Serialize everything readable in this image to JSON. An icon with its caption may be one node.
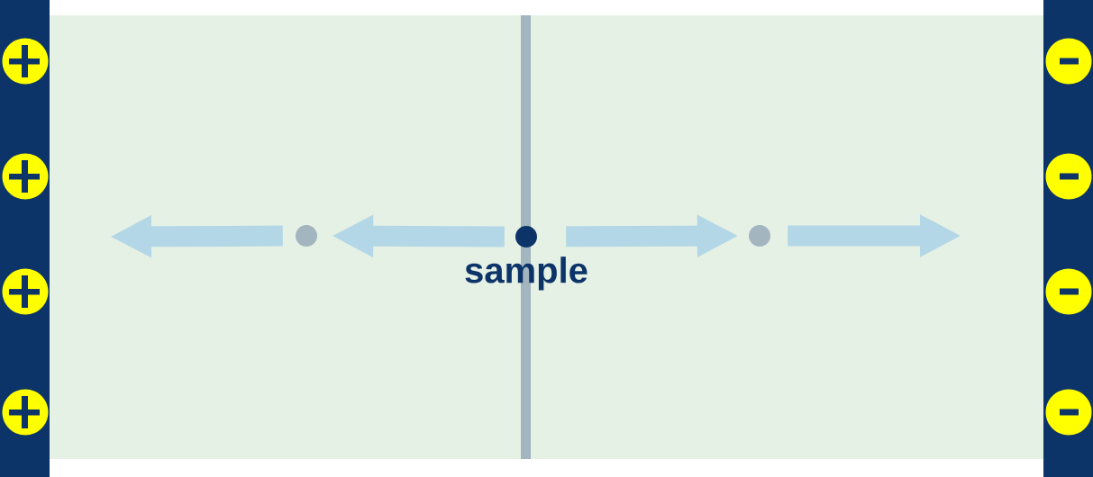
{
  "diagram": {
    "nodes": [
      {
        "text": [],
        "shape": "circle"
      },
      {
        "text": [],
        "shape": "circle",
        "beside": [
          "sample"
        ]
      },
      {
        "text": [],
        "shape": "circle"
      }
    ],
    "edges": [
      {
        "from": 1,
        "to": 0,
        "arrow": "to"
      },
      {
        "from": 0,
        "to": null,
        "arrow": "to"
      },
      {
        "from": 1,
        "to": 2,
        "arrow": "to"
      },
      {
        "from": 2,
        "to": null,
        "arrow": "to"
      }
    ]
  }
}
